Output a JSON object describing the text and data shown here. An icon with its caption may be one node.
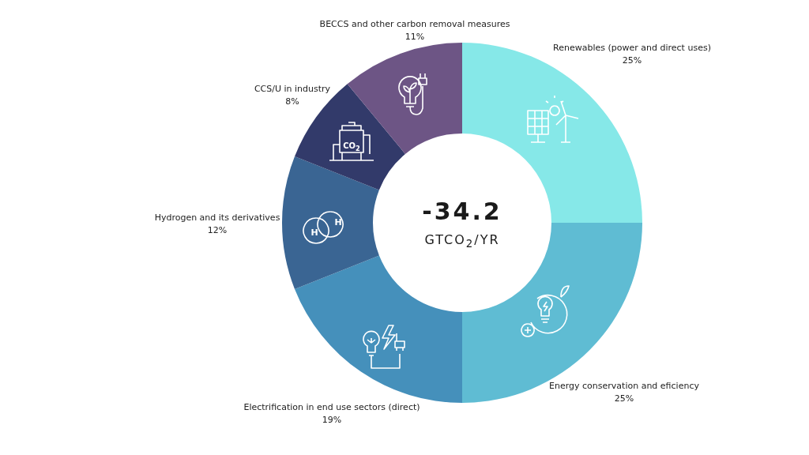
{
  "diagram": {
    "labels": [
      "CO$_{2}$",
      "-34.2",
      "H",
      "H",
      "GTCO$_{2}$/YR"
    ],
    "chart_data": {
      "type": "donut",
      "categories": [
        "Renewables (power and direct uses)",
        "Energy conservation and eficiency",
        "Electrification in end use sectors (direct)",
        "Hydrogen and its derivatives",
        "CCS/U in industry",
        "BECCS and other carbon removal measures"
      ],
      "values": [
        25,
        25,
        19,
        12,
        8,
        11
      ],
      "colors": [
        "#86e8e8",
        "#5fbcd3",
        "#4590bb",
        "#3a6593",
        "#323a6a",
        "#6d5585"
      ],
      "value_labels": [
        "25%",
        "25%",
        "19%",
        "12%",
        "8%",
        "11%"
      ]
    }
  }
}
